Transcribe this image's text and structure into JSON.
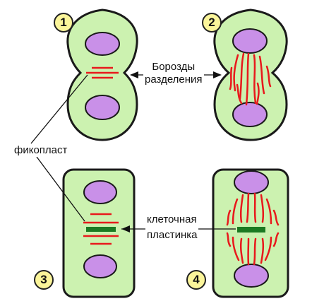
{
  "panels": [
    {
      "number": "1"
    },
    {
      "number": "2"
    },
    {
      "number": "3"
    },
    {
      "number": "4"
    }
  ],
  "labels": {
    "furrows": "Борозды\nразделения",
    "phycoplast": "фикопласт",
    "cell_plate": "клеточная\nпластинка"
  },
  "colors": {
    "cytoplasm": "#ccf2b0",
    "nucleus": "#c990e8",
    "microtubule": "#e8191c",
    "cell_plate": "#1b7a22",
    "outline": "#1a1a1a",
    "number_badge": "#fbf59a"
  }
}
